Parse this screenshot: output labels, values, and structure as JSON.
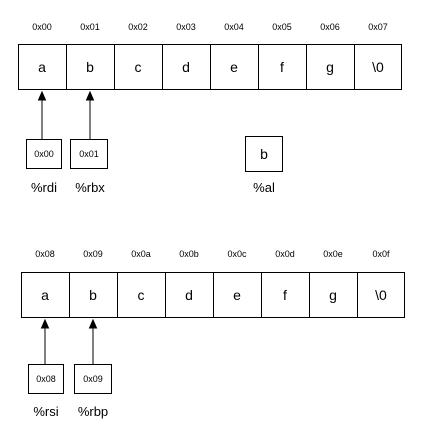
{
  "memory_rows": [
    {
      "addresses": [
        "0x00",
        "0x01",
        "0x02",
        "0x03",
        "0x04",
        "0x05",
        "0x06",
        "0x07"
      ],
      "cells": [
        "a",
        "b",
        "c",
        "d",
        "e",
        "f",
        "g",
        "\\0"
      ]
    },
    {
      "addresses": [
        "0x08",
        "0x09",
        "0x0a",
        "0x0b",
        "0x0c",
        "0x0d",
        "0x0e",
        "0x0f"
      ],
      "cells": [
        "a",
        "b",
        "c",
        "d",
        "e",
        "f",
        "g",
        "\\0"
      ]
    }
  ],
  "registers_row1": [
    {
      "value": "0x00",
      "name": "%rdi"
    },
    {
      "value": "0x01",
      "name": "%rbx"
    },
    {
      "value": "b",
      "name": "%al"
    }
  ],
  "registers_row2": [
    {
      "value": "0x08",
      "name": "%rsi"
    },
    {
      "value": "0x09",
      "name": "%rbp"
    }
  ]
}
